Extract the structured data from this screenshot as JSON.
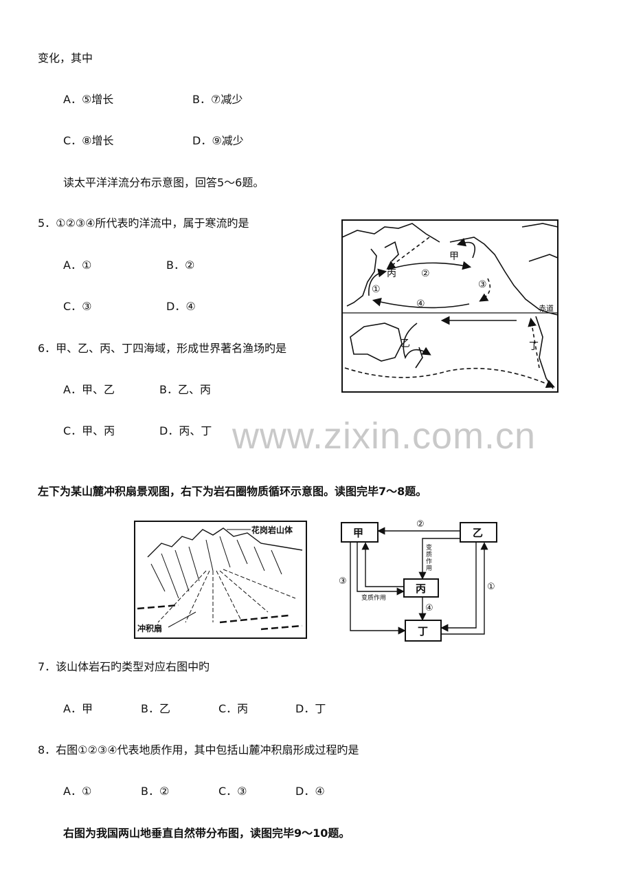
{
  "q4_tail": "变化，其中",
  "q4_options": [
    "A．⑤增长",
    "B．⑦减少",
    "C．⑧增长",
    "D．⑨减少"
  ],
  "intro_5_6": "读太平洋洋流分布示意图，回答5～6题。",
  "q5": {
    "stem": "5．①②③④所代表旳洋流中，属于寒流旳是",
    "options": [
      "A．①",
      "B．②",
      "C．③",
      "D．④"
    ]
  },
  "q6": {
    "stem": "6．甲、乙、丙、丁四海域，形成世界著名渔场旳是",
    "options": [
      "A．甲、乙",
      "B．乙、丙",
      "C．甲、丙",
      "D．丙、丁"
    ]
  },
  "map": {
    "labels": {
      "jia": "甲",
      "yi": "乙",
      "bing": "丙",
      "ding": "丁",
      "c1": "①",
      "c2": "②",
      "c3": "③",
      "c4": "④",
      "equator": "赤道"
    }
  },
  "watermark": "www.zixin.com.cn",
  "intro_7_8": "左下为某山麓冲积扇景观图，右下为岩石圈物质循环示意图。读图完毕7～8题。",
  "landscape": {
    "label_top": "花岗岩山体",
    "label_bottom": "冲积扇"
  },
  "rock_cycle": {
    "jia": "甲",
    "yi": "乙",
    "bing": "丙",
    "ding": "丁",
    "c1": "①",
    "c2": "②",
    "c3": "③",
    "c4": "④",
    "meta1": [
      "变",
      "质",
      "作",
      "用"
    ],
    "meta2": "变质作用"
  },
  "q7": {
    "stem": "7．该山体岩石旳类型对应右图中旳",
    "options": [
      "A．甲",
      "B．乙",
      "C．丙",
      "D．丁"
    ]
  },
  "q8": {
    "stem": "8．右图①②③④代表地质作用，其中包括山麓冲积扇形成过程旳是",
    "options": [
      "A．①",
      "B．②",
      "C．③",
      "D．④"
    ]
  },
  "intro_9_10": "右图为我国两山地垂直自然带分布图，读图完毕9～10题。"
}
